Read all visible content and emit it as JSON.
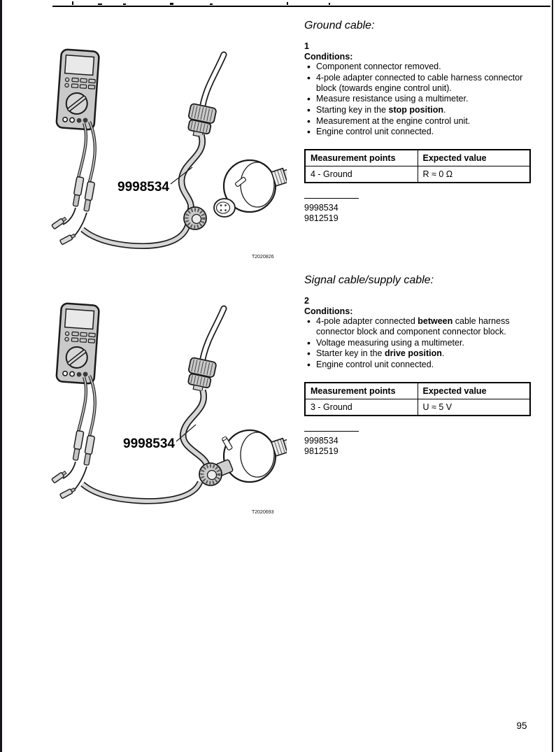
{
  "page": {
    "number": "95"
  },
  "sections": [
    {
      "heading": "Ground cable:",
      "step_number": "1",
      "conditions_label": "Conditions:",
      "bullets": [
        [
          {
            "t": "Component connector removed.",
            "b": false
          }
        ],
        [
          {
            "t": "4-pole adapter connected to cable harness connector block (towards engine control unit).",
            "b": false
          }
        ],
        [
          {
            "t": "Measure resistance using a multimeter.",
            "b": false
          }
        ],
        [
          {
            "t": "Starting key in the ",
            "b": false
          },
          {
            "t": "stop position",
            "b": true
          },
          {
            "t": ".",
            "b": false
          }
        ],
        [
          {
            "t": "Measurement at the engine control unit.",
            "b": false
          }
        ],
        [
          {
            "t": "Engine control unit connected.",
            "b": false
          }
        ]
      ],
      "table": {
        "headers": [
          "Measurement points",
          "Expected value"
        ],
        "rows": [
          [
            "4 - Ground",
            "R ≈ 0 Ω"
          ]
        ]
      },
      "footnotes": [
        "9998534",
        "9812519"
      ],
      "figure": {
        "label": "9998534",
        "caption": "T2020826"
      }
    },
    {
      "heading": "Signal cable/supply cable:",
      "step_number": "2",
      "conditions_label": "Conditions:",
      "bullets": [
        [
          {
            "t": "4-pole adapter connected ",
            "b": false
          },
          {
            "t": "between",
            "b": true
          },
          {
            "t": " cable harness connector block and component connector block.",
            "b": false
          }
        ],
        [
          {
            "t": "Voltage measuring using a multimeter.",
            "b": false
          }
        ],
        [
          {
            "t": "Starter key in the ",
            "b": false
          },
          {
            "t": "drive position",
            "b": true
          },
          {
            "t": ".",
            "b": false
          }
        ],
        [
          {
            "t": "Engine control unit connected.",
            "b": false
          }
        ]
      ],
      "table": {
        "headers": [
          "Measurement points",
          "Expected value"
        ],
        "rows": [
          [
            "3 - Ground",
            "U ≈ 5 V"
          ]
        ]
      },
      "footnotes": [
        "9998534",
        "9812519"
      ],
      "figure": {
        "label": "9998534",
        "caption": "T2020693"
      }
    }
  ]
}
